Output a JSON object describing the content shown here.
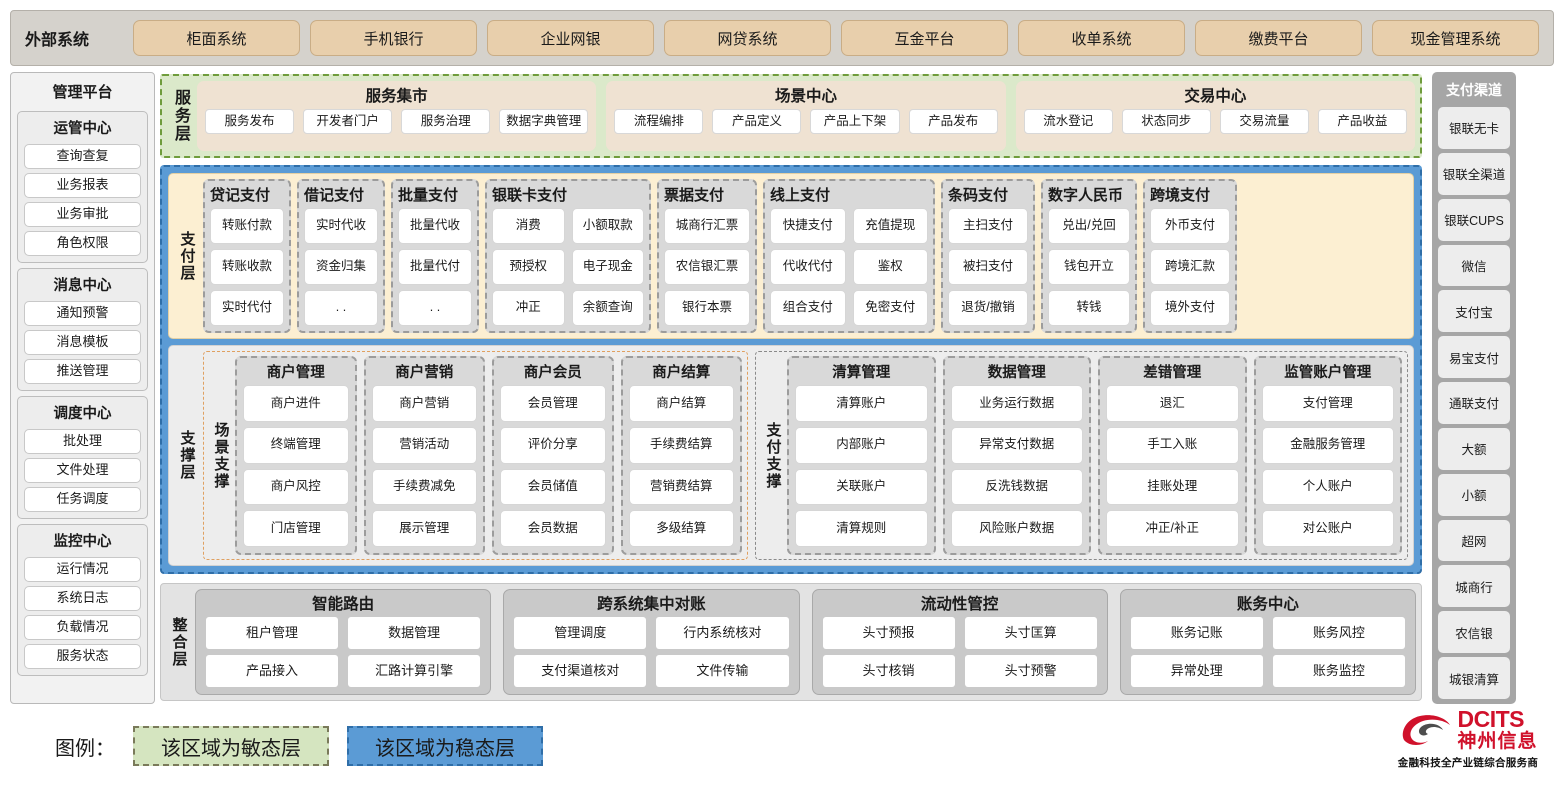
{
  "external": {
    "label": "外部系统",
    "systems": [
      "柜面系统",
      "手机银行",
      "企业网银",
      "网贷系统",
      "互金平台",
      "收单系统",
      "缴费平台",
      "现金管理系统"
    ]
  },
  "management": {
    "title": "管理平台",
    "groups": [
      {
        "title": "运管中心",
        "items": [
          "查询查复",
          "业务报表",
          "业务审批",
          "角色权限"
        ]
      },
      {
        "title": "消息中心",
        "items": [
          "通知预警",
          "消息模板",
          "推送管理"
        ]
      },
      {
        "title": "调度中心",
        "items": [
          "批处理",
          "文件处理",
          "任务调度"
        ]
      },
      {
        "title": "监控中心",
        "items": [
          "运行情况",
          "系统日志",
          "负载情况",
          "服务状态"
        ]
      }
    ]
  },
  "service_layer": {
    "label": "服务层",
    "groups": [
      {
        "title": "服务集市",
        "items": [
          "服务发布",
          "开发者门户",
          "服务治理",
          "数据字典管理"
        ]
      },
      {
        "title": "场景中心",
        "items": [
          "流程编排",
          "产品定义",
          "产品上下架",
          "产品发布"
        ]
      },
      {
        "title": "交易中心",
        "items": [
          "流水登记",
          "状态同步",
          "交易流量",
          "产品收益"
        ]
      }
    ]
  },
  "payment_layer": {
    "label": "支付层",
    "groups": [
      {
        "title": "贷记支付",
        "cols": 1,
        "width": 88,
        "rows": [
          [
            "转账付款"
          ],
          [
            "转账收款"
          ],
          [
            "实时代付"
          ]
        ]
      },
      {
        "title": "借记支付",
        "cols": 1,
        "width": 88,
        "rows": [
          [
            "实时代收"
          ],
          [
            "资金归集"
          ],
          [
            ". ."
          ]
        ]
      },
      {
        "title": "批量支付",
        "cols": 1,
        "width": 88,
        "rows": [
          [
            "批量代收"
          ],
          [
            "批量代付"
          ],
          [
            ". ."
          ]
        ]
      },
      {
        "title": "银联卡支付",
        "cols": 2,
        "width": 166,
        "rows": [
          [
            "消费",
            "小额取款"
          ],
          [
            "预授权",
            "电子现金"
          ],
          [
            "冲正",
            "余额查询"
          ]
        ]
      },
      {
        "title": "票据支付",
        "cols": 1,
        "width": 100,
        "rows": [
          [
            "城商行汇票"
          ],
          [
            "农信银汇票"
          ],
          [
            "银行本票"
          ]
        ]
      },
      {
        "title": "线上支付",
        "cols": 2,
        "width": 172,
        "rows": [
          [
            "快捷支付",
            "充值提现"
          ],
          [
            "代收代付",
            "鉴权"
          ],
          [
            "组合支付",
            "免密支付"
          ]
        ]
      },
      {
        "title": "条码支付",
        "cols": 1,
        "width": 94,
        "rows": [
          [
            "主扫支付"
          ],
          [
            "被扫支付"
          ],
          [
            "退货/撤销"
          ]
        ]
      },
      {
        "title": "数字人民币",
        "cols": 1,
        "width": 96,
        "rows": [
          [
            "兑出/兑回"
          ],
          [
            "钱包开立"
          ],
          [
            "转钱"
          ]
        ]
      },
      {
        "title": "跨境支付",
        "cols": 1,
        "width": 94,
        "rows": [
          [
            "外币支付"
          ],
          [
            "跨境汇款"
          ],
          [
            "境外支付"
          ]
        ]
      }
    ]
  },
  "support_layer": {
    "label": "支撑层",
    "zones": [
      {
        "label": "场景支撑",
        "groups": [
          {
            "title": "商户管理",
            "items": [
              "商户进件",
              "终端管理",
              "商户风控",
              "门店管理"
            ]
          },
          {
            "title": "商户营销",
            "items": [
              "商户营销",
              "营销活动",
              "手续费减免",
              "展示管理"
            ]
          },
          {
            "title": "商户会员",
            "items": [
              "会员管理",
              "评价分享",
              "会员储值",
              "会员数据"
            ]
          },
          {
            "title": "商户结算",
            "items": [
              "商户结算",
              "手续费结算",
              "营销费结算",
              "多级结算"
            ]
          }
        ]
      },
      {
        "label": "支付支撑",
        "groups": [
          {
            "title": "清算管理",
            "items": [
              "清算账户",
              "内部账户",
              "关联账户",
              "清算规则"
            ]
          },
          {
            "title": "数据管理",
            "items": [
              "业务运行数据",
              "异常支付数据",
              "反洗钱数据",
              "风险账户数据"
            ]
          },
          {
            "title": "差错管理",
            "items": [
              "退汇",
              "手工入账",
              "挂账处理",
              "冲正/补正"
            ]
          },
          {
            "title": "监管账户管理",
            "items": [
              "支付管理",
              "金融服务管理",
              "个人账户",
              "对公账户"
            ]
          }
        ]
      }
    ]
  },
  "integration_layer": {
    "label": "整合层",
    "groups": [
      {
        "title": "智能路由",
        "rows": [
          [
            "租户管理",
            "数据管理"
          ],
          [
            "产品接入",
            "汇路计算引擎"
          ]
        ]
      },
      {
        "title": "跨系统集中对账",
        "rows": [
          [
            "管理调度",
            "行内系统核对"
          ],
          [
            "支付渠道核对",
            "文件传输"
          ]
        ]
      },
      {
        "title": "流动性管控",
        "rows": [
          [
            "头寸预报",
            "头寸匡算"
          ],
          [
            "头寸核销",
            "头寸预警"
          ]
        ]
      },
      {
        "title": "账务中心",
        "rows": [
          [
            "账务记账",
            "账务风控"
          ],
          [
            "异常处理",
            "账务监控"
          ]
        ]
      }
    ]
  },
  "channels": {
    "title": "支付渠道",
    "items": [
      "银联无卡",
      "银联全渠道",
      "银联CUPS",
      "微信",
      "支付宝",
      "易宝支付",
      "通联支付",
      "大额",
      "小额",
      "超网",
      "城商行",
      "农信银",
      "城银清算"
    ]
  },
  "legend": {
    "label": "图例：",
    "agile": "该区域为敏态层",
    "stable": "该区域为稳态层"
  },
  "logo": {
    "en": "DCITS",
    "cn": "神州信息",
    "tagline": "金融科技全产业链综合服务商"
  },
  "colors": {
    "agile_fill": "#dbe9ca",
    "agile_border": "#6f9c3c",
    "stable_fill": "#5b9bd5",
    "stable_border": "#2f6ea8",
    "external_chip": "#e8cfac",
    "payment_fill": "#fcefd2",
    "service_box": "#efe2d2",
    "group_gray": "#d9d9d9",
    "scene_zone_border": "#e0a060",
    "logo_red": "#d0112b"
  }
}
